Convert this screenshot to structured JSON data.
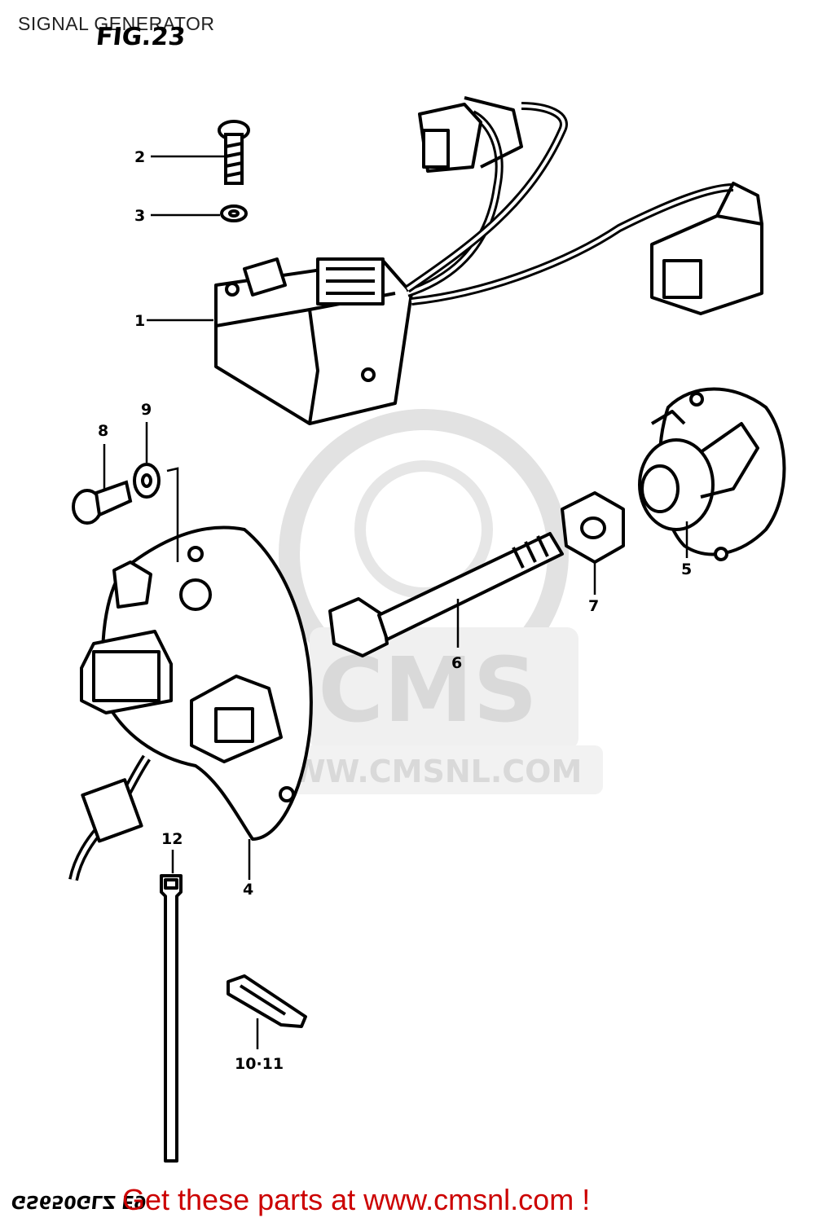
{
  "header": {
    "title": "SIGNAL GENERATOR",
    "figure": "FIG.23"
  },
  "watermark": {
    "brand": "CMS",
    "url": "WWW.CMSNL.COM"
  },
  "parts": [
    {
      "id": "1",
      "name": "signal-generator-unit",
      "label": "1"
    },
    {
      "id": "2",
      "name": "screw",
      "label": "2"
    },
    {
      "id": "3",
      "name": "washer",
      "label": "3"
    },
    {
      "id": "4",
      "name": "pickup-plate",
      "label": "4"
    },
    {
      "id": "5",
      "name": "advancer",
      "label": "5"
    },
    {
      "id": "6",
      "name": "bolt",
      "label": "6"
    },
    {
      "id": "7",
      "name": "nut",
      "label": "7"
    },
    {
      "id": "8",
      "name": "screw-small",
      "label": "8"
    },
    {
      "id": "9",
      "name": "washer-small",
      "label": "9"
    },
    {
      "id": "10-11",
      "name": "clamp",
      "label": "10·11"
    },
    {
      "id": "12",
      "name": "cable-tie",
      "label": "12"
    }
  ],
  "footer": {
    "model": "GS650GLZ E9",
    "cta": "Get these parts at www.cmsnl.com !"
  },
  "colors": {
    "ink": "#000000",
    "watermark": "#d9d9d9",
    "cta": "#cc0000"
  }
}
